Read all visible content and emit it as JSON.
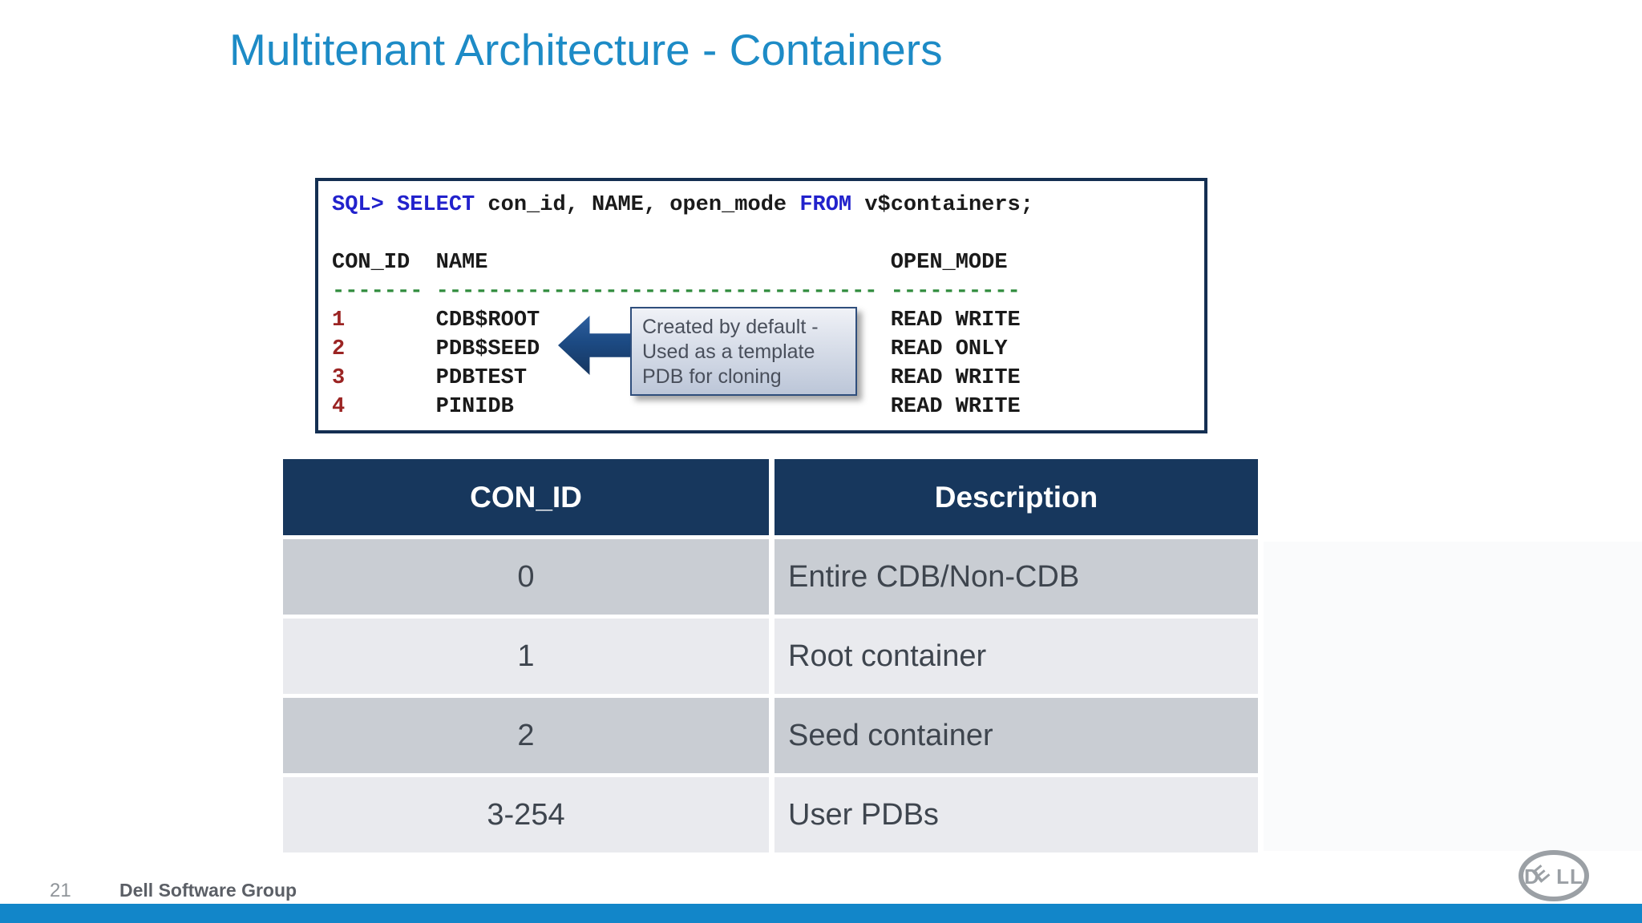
{
  "slide": {
    "title": "Multitenant Architecture - Containers",
    "page_number": "21",
    "footer_text": "Dell Software Group"
  },
  "sql_console": {
    "query": {
      "p1": "SQL> ",
      "p2": "SELECT",
      "p3": " con_id, NAME, open_mode ",
      "p4": "FROM",
      "p5": " v$containers;"
    },
    "result_header": "CON_ID  NAME                               OPEN_MODE",
    "divider": "------- ---------------------------------- ----------",
    "rows": [
      {
        "con_id": "1",
        "name": "       CDB$ROOT                           ",
        "open_mode": "READ WRITE"
      },
      {
        "con_id": "2",
        "name": "       PDB$SEED                           ",
        "open_mode": "READ ONLY"
      },
      {
        "con_id": "3",
        "name": "       PDBTEST                            ",
        "open_mode": "READ WRITE"
      },
      {
        "con_id": "4",
        "name": "       PINIDB                             ",
        "open_mode": "READ WRITE"
      }
    ]
  },
  "callout": {
    "lines": [
      "Created by default -",
      "Used as a template",
      "PDB for cloning"
    ]
  },
  "con_id_table": {
    "headers": {
      "con_id": "CON_ID",
      "description": "Description"
    },
    "rows": [
      {
        "con_id": "0",
        "description": "Entire CDB/Non-CDB"
      },
      {
        "con_id": "1",
        "description": "Root container"
      },
      {
        "con_id": "2",
        "description": "Seed container"
      },
      {
        "con_id": "3-254",
        "description": "User PDBs"
      }
    ]
  },
  "logo": {
    "d": "D",
    "e": "E",
    "ll": "LL"
  },
  "colors": {
    "title_blue": "#1d8bc6",
    "keyword_blue": "#2222cc",
    "dash_green": "#2f8b3c",
    "con_id_red": "#9b2423",
    "header_navy": "#17375d",
    "row_dark": "#c9cdd3",
    "row_light": "#e9eaee",
    "callout_border_navy": "#2f4e7c",
    "arrow_navy": "#1c4a83",
    "bottom_bar_blue": "#1286c9",
    "logo_gray": "#9ba0a5"
  }
}
